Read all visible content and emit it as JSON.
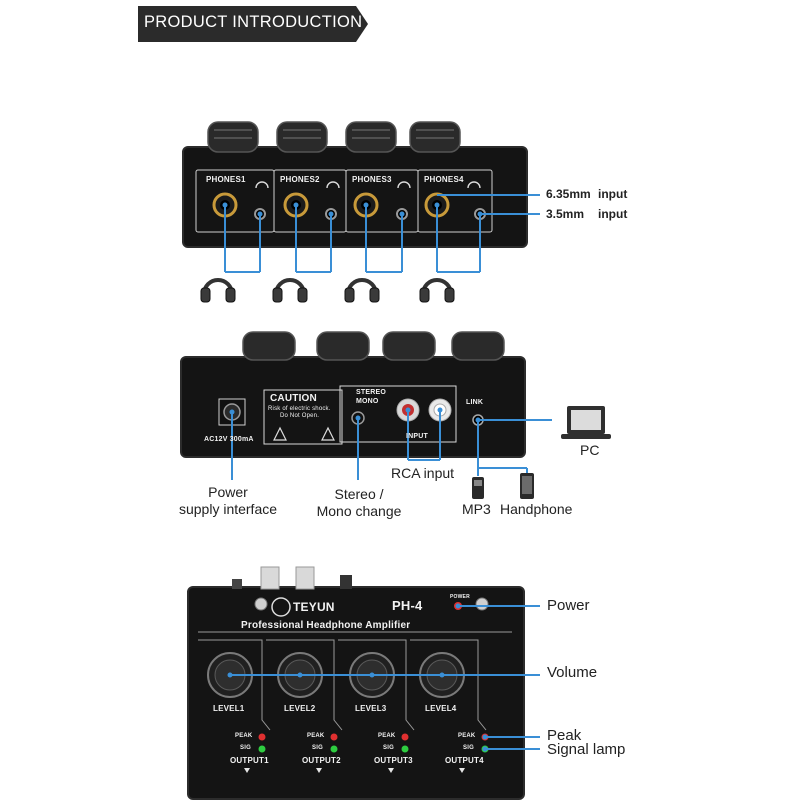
{
  "banner": {
    "title": "PRODUCT INTRODUCTION"
  },
  "top_panel": {
    "channels": [
      "PHONES1",
      "PHONES2",
      "PHONES3",
      "PHONES4"
    ],
    "callouts": {
      "size_635": "6.35mm",
      "size_35": "3.5mm",
      "input_word": "input"
    }
  },
  "rear_panel": {
    "caution_title": "CAUTION",
    "caution_line1": "Risk of electric shock.",
    "caution_line2": "Do Not Open.",
    "power_rating": "AC12V 300mA",
    "stereo": "STEREO",
    "mono": "MONO",
    "input_label": "INPUT",
    "link_label": "LINK",
    "labels": {
      "power_supply_1": "Power",
      "power_supply_2": "supply interface",
      "stereo_mono_1": "Stereo /",
      "stereo_mono_2": "Mono change",
      "rca_input": "RCA input",
      "pc": "PC",
      "mp3": "MP3",
      "handphone": "Handphone"
    }
  },
  "front_panel": {
    "brand": "TEYUN",
    "model": "PH-4",
    "subtitle": "Professional Headphone Amplifier",
    "power_led_label": "POWER",
    "levels": [
      "LEVEL1",
      "LEVEL2",
      "LEVEL3",
      "LEVEL4"
    ],
    "peak": "PEAK",
    "sig": "SIG",
    "outputs": [
      "OUTPUT1",
      "OUTPUT2",
      "OUTPUT3",
      "OUTPUT4"
    ],
    "labels": {
      "power": "Power",
      "volume": "Volume",
      "peak": "Peak",
      "signal_lamp": "Signal lamp"
    }
  },
  "colors": {
    "callout_line": "#3a8fd6",
    "banner_bg": "#2b2b2b",
    "device_body": "#141414",
    "peak_led": "#e03030",
    "sig_led": "#2ecc40"
  }
}
